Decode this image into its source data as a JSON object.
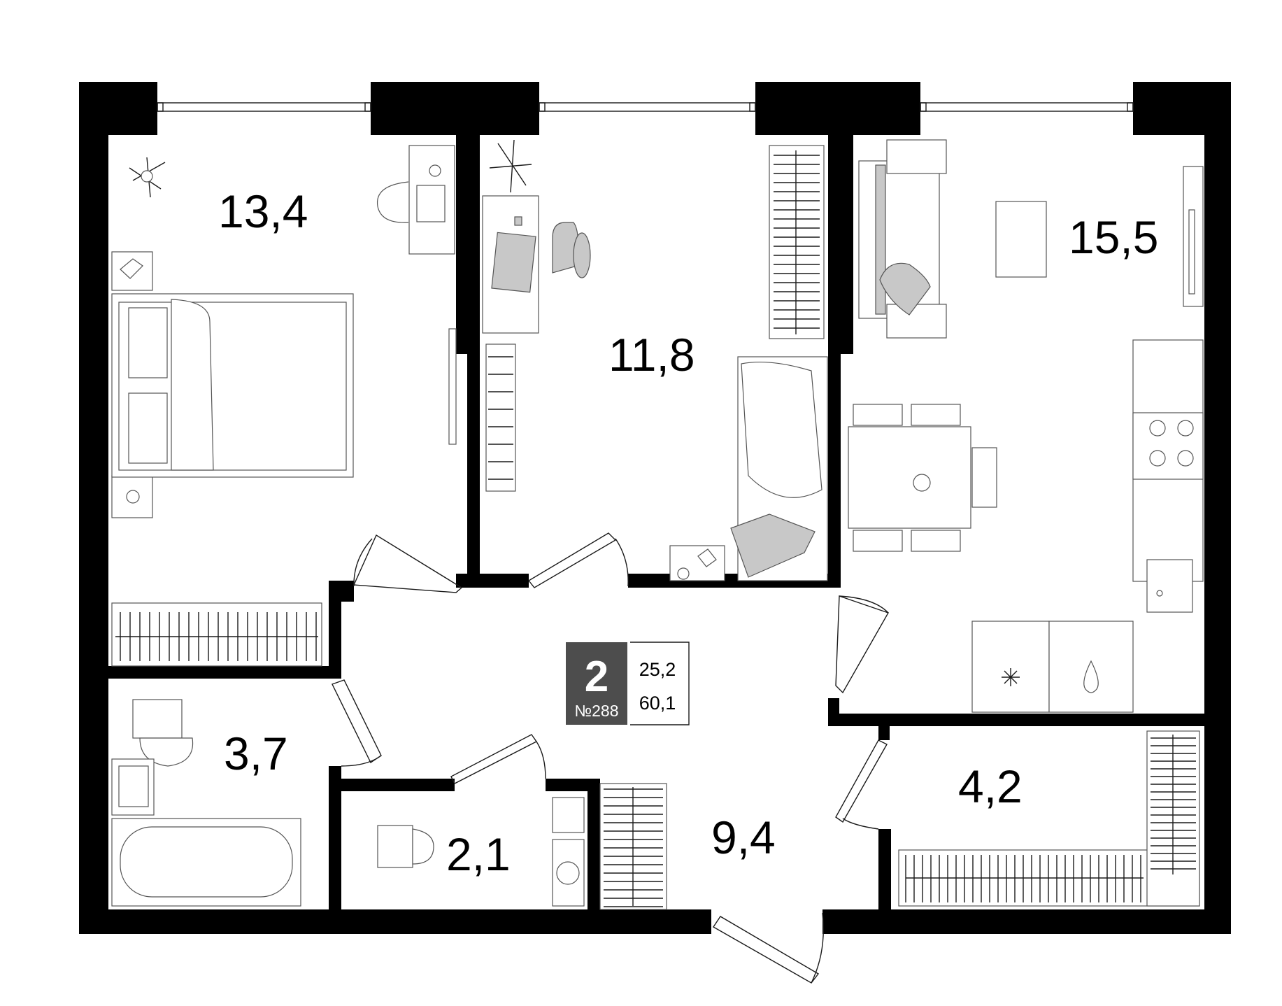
{
  "apartment": {
    "rooms": "2",
    "number": "№288",
    "living_area": "25,2",
    "total_area": "60,1"
  },
  "room_areas": {
    "bedroom": "13,4",
    "child_room": "11,8",
    "kitchen_living": "15,5",
    "hall": "9,4",
    "bathroom": "3,7",
    "toilet": "2,1",
    "wardrobe": "4,2"
  },
  "colors": {
    "wall": "#000000",
    "badge_bg": "#4d4d4d",
    "furniture_fill": "#c8c8c8"
  }
}
